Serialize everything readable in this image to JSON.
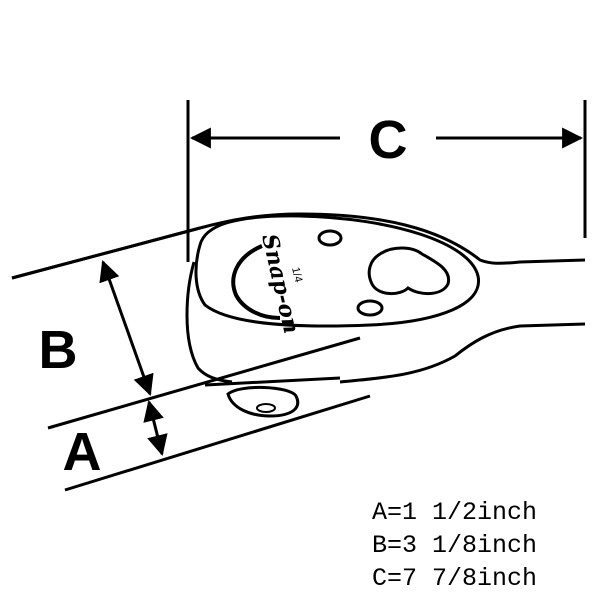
{
  "dimensions": {
    "a_letter": "A",
    "b_letter": "B",
    "c_letter": "C"
  },
  "tool": {
    "brand": "Snap-on",
    "size_mark": "1/4"
  },
  "legend": {
    "a": "A=1 1/2inch",
    "b": "B=3 1/8inch",
    "c": "C=7 7/8inch"
  },
  "colors": {
    "ink": "#000000",
    "background": "#ffffff"
  }
}
